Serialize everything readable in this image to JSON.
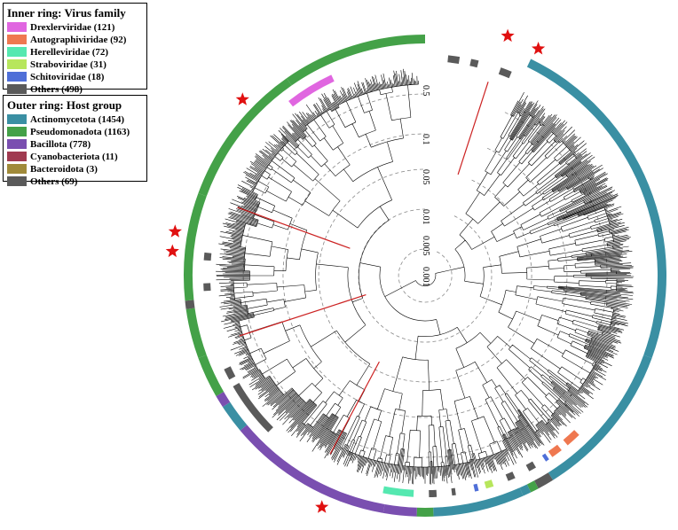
{
  "legend_inner": {
    "title": "Inner ring: Virus family",
    "items": [
      {
        "label": "Drexlerviridae (121)",
        "color": "#e066e0"
      },
      {
        "label": "Autographiviridae (92)",
        "color": "#ef7850"
      },
      {
        "label": "Herelleviridae (72)",
        "color": "#55e8b0"
      },
      {
        "label": "Straboviridae (31)",
        "color": "#b7e65c"
      },
      {
        "label": "Schitoviridae (18)",
        "color": "#4f6fd8"
      },
      {
        "label": "Others (498)",
        "color": "#5a5a5a"
      }
    ]
  },
  "legend_outer": {
    "title": "Outer ring: Host group",
    "items": [
      {
        "label": "Actinomycetota (1454)",
        "color": "#3a8fa3"
      },
      {
        "label": "Pseudomonadota (1163)",
        "color": "#44a148"
      },
      {
        "label": "Bacillota (778)",
        "color": "#7a4fb0"
      },
      {
        "label": "Cyanobacteriota (11)",
        "color": "#a03a50"
      },
      {
        "label": "Bacteroidota (3)",
        "color": "#a08a3a"
      },
      {
        "label": "Others (69)",
        "color": "#5a5a5a"
      }
    ]
  },
  "scale_labels": [
    "0.5",
    "0.1",
    "0.05",
    "0.01",
    "0.005",
    "0.001"
  ],
  "colors": {
    "branch": "#000000",
    "highlight_branch": "#cc2222",
    "star": "#e01010",
    "grid": "#888888"
  },
  "star_count": 6
}
